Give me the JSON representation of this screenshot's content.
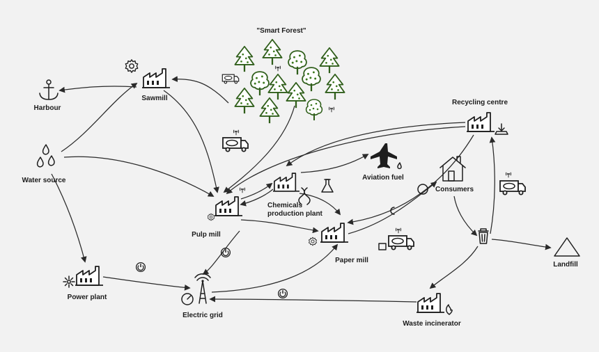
{
  "nodes": {
    "forest": "\"Smart Forest\"",
    "harbour": "Harbour",
    "sawmill": "Sawmill",
    "water": "Water source",
    "pulp": "Pulp mill",
    "chem1": "Chemicals",
    "chem2": "production plant",
    "aviation": "Aviation fuel",
    "paper": "Paper mill",
    "consumers": "Consumers",
    "recycling": "Recycling centre",
    "landfill": "Landfill",
    "power": "Power plant",
    "grid": "Electric grid",
    "waste": "Waste incinerator"
  },
  "colors": {
    "tree_outline": "#2f5e1a",
    "tree_dots": "#3d7a1f",
    "ink": "#1c1c1c",
    "background": "#f2f2f2"
  },
  "icons": [
    "tree-icon",
    "factory-icon",
    "gear-icon",
    "anchor-icon",
    "water-drop-icon",
    "truck-icon",
    "airplane-icon",
    "house-icon",
    "trash-bin-icon",
    "triangle-icon",
    "power-icon",
    "transmission-tower-icon",
    "flower-icon",
    "flask-icon",
    "dna-icon",
    "sensor-icon",
    "flame-icon"
  ]
}
